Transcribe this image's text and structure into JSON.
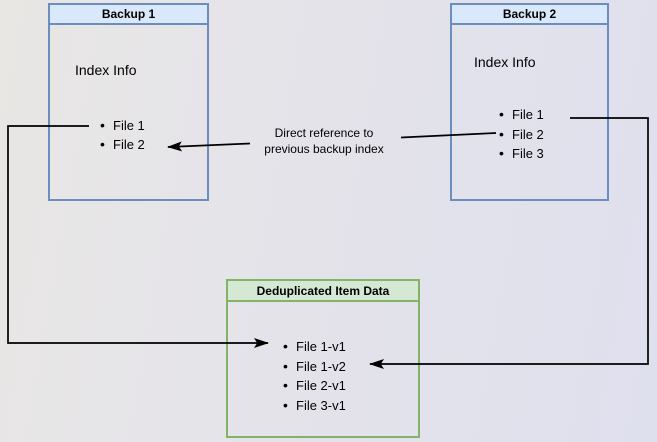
{
  "diagram": {
    "backup1": {
      "title": "Backup 1",
      "index_label": "Index Info",
      "files": [
        "File 1",
        "File 2"
      ]
    },
    "backup2": {
      "title": "Backup 2",
      "index_label": "Index Info",
      "files": [
        "File 1",
        "File 2",
        "File 3"
      ]
    },
    "dedup": {
      "title": "Deduplicated Item Data",
      "files": [
        "File 1-v1",
        "File 1-v2",
        "File 2-v1",
        "File 3-v1"
      ]
    },
    "annotation": {
      "lines": [
        "Direct reference to",
        "previous backup index"
      ]
    }
  },
  "colors": {
    "background_left": "#e9e7e4",
    "background_right": "#dfe0ee",
    "blue_header_fill": "#dae8fc",
    "blue_border": "#6c8ebf",
    "green_header_fill": "#d5e8d4",
    "green_border": "#82b366",
    "arrow": "#000000",
    "text": "#000000"
  }
}
